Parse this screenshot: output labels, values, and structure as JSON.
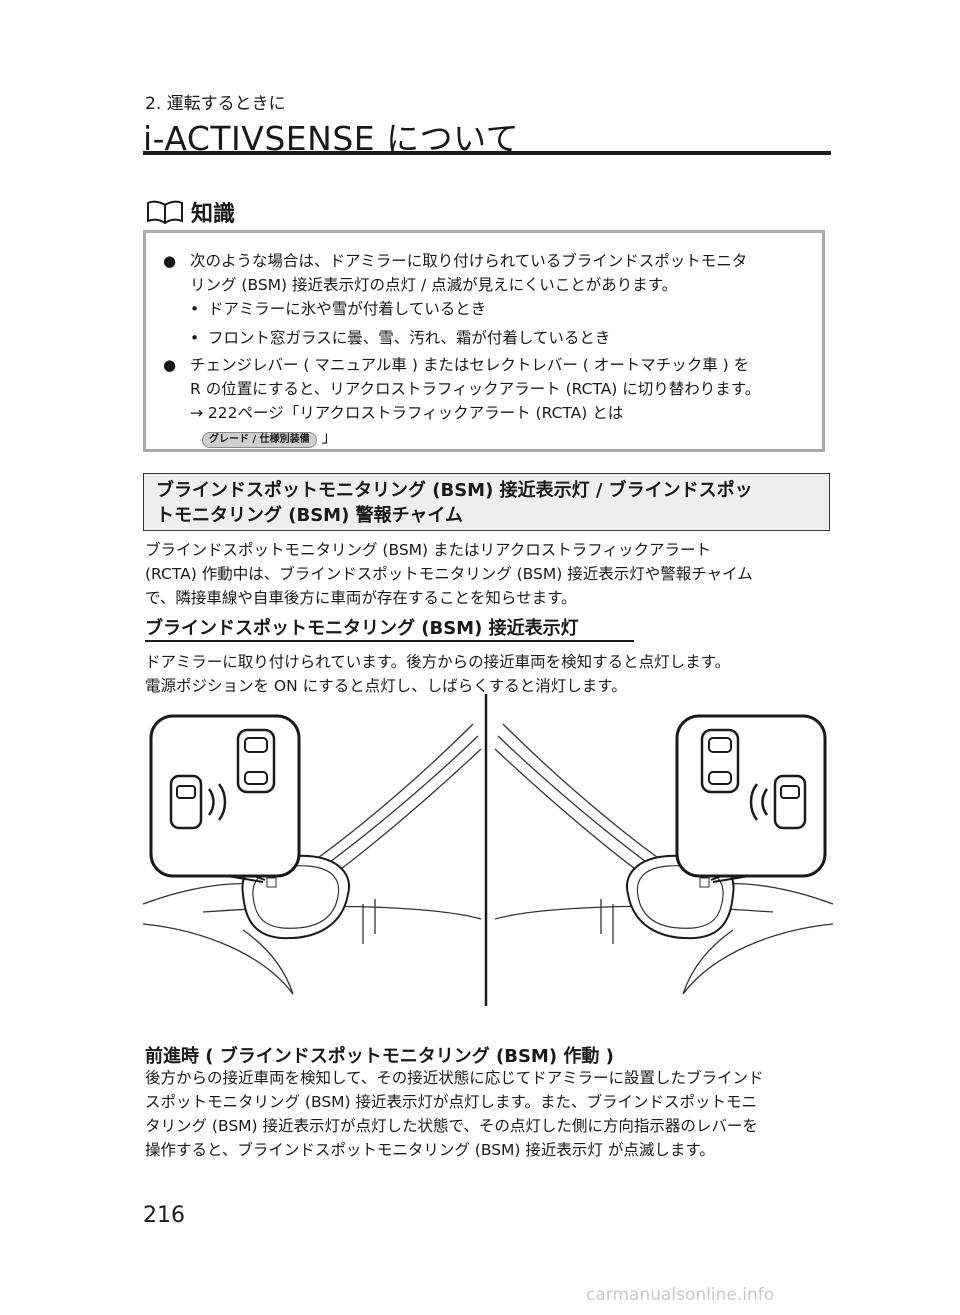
{
  "header": {
    "chapter": "2. 運転するときに",
    "title": "i-ACTIVSENSE について"
  },
  "knowledge": {
    "title": "知識",
    "bullets": [
      {
        "lines": [
          "次のような場合は、ドアミラーに取り付けられているブラインドスポットモニタ",
          "リング (BSM) 接近表示灯の点灯 / 点滅が見えにくいことがあります。"
        ],
        "sub_items": [
          "ドアミラーに氷や雪が付着しているとき",
          "フロント窓ガラスに曇、雪、汚れ、霜が付着しているとき"
        ]
      },
      {
        "lines": [
          "チェンジレバー ( マニュアル車 ) またはセレクトレバー ( オートマチック車 ) を",
          "R の位置にすると、リアクロストラフィックアラート (RCTA) に切り替わります。"
        ],
        "reference": "→ 222ページ「リアクロストラフィックアラート (RCTA) とは",
        "grade_badge": "グレード / 仕様別装備",
        "reference_end": "」"
      }
    ]
  },
  "section": {
    "heading_line1": "ブラインドスポットモニタリング (BSM) 接近表示灯 / ブラインドスポッ",
    "heading_line2": "トモニタリング (BSM) 警報チャイム",
    "intro_lines": [
      "ブラインドスポットモニタリング (BSM) またはリアクロストラフィックアラート",
      "(RCTA) 作動中は、ブラインドスポットモニタリング (BSM) 接近表示灯や警報チャイム",
      "で、隣接車線や自車後方に車両が存在することを知らせます。"
    ]
  },
  "indicator": {
    "heading": "ブラインドスポットモニタリング (BSM) 接近表示灯",
    "lines": [
      "ドアミラーに取り付けられています。後方からの接近車両を検知すると点灯します。",
      "電源ポジションを ON にすると点灯し、しばらくすると消灯します。"
    ]
  },
  "forward": {
    "heading": "前進時 ( ブラインドスポットモニタリング (BSM) 作動 )",
    "lines": [
      "後方からの接近車両を検知して、その接近状態に応じてドアミラーに設置したブラインド",
      "スポットモニタリング (BSM) 接近表示灯が点灯します。また、ブラインドスポットモニ",
      "タリング (BSM) 接近表示灯が点灯した状態で、その点灯した側に方向指示器のレバーを",
      "操作すると、ブラインドスポットモニタリング (BSM) 接近表示灯 が点滅します。"
    ]
  },
  "footer": {
    "page_number": "216",
    "watermark": "carmanualsonline.info"
  },
  "icons": {
    "knowledge": "open-book-icon"
  }
}
